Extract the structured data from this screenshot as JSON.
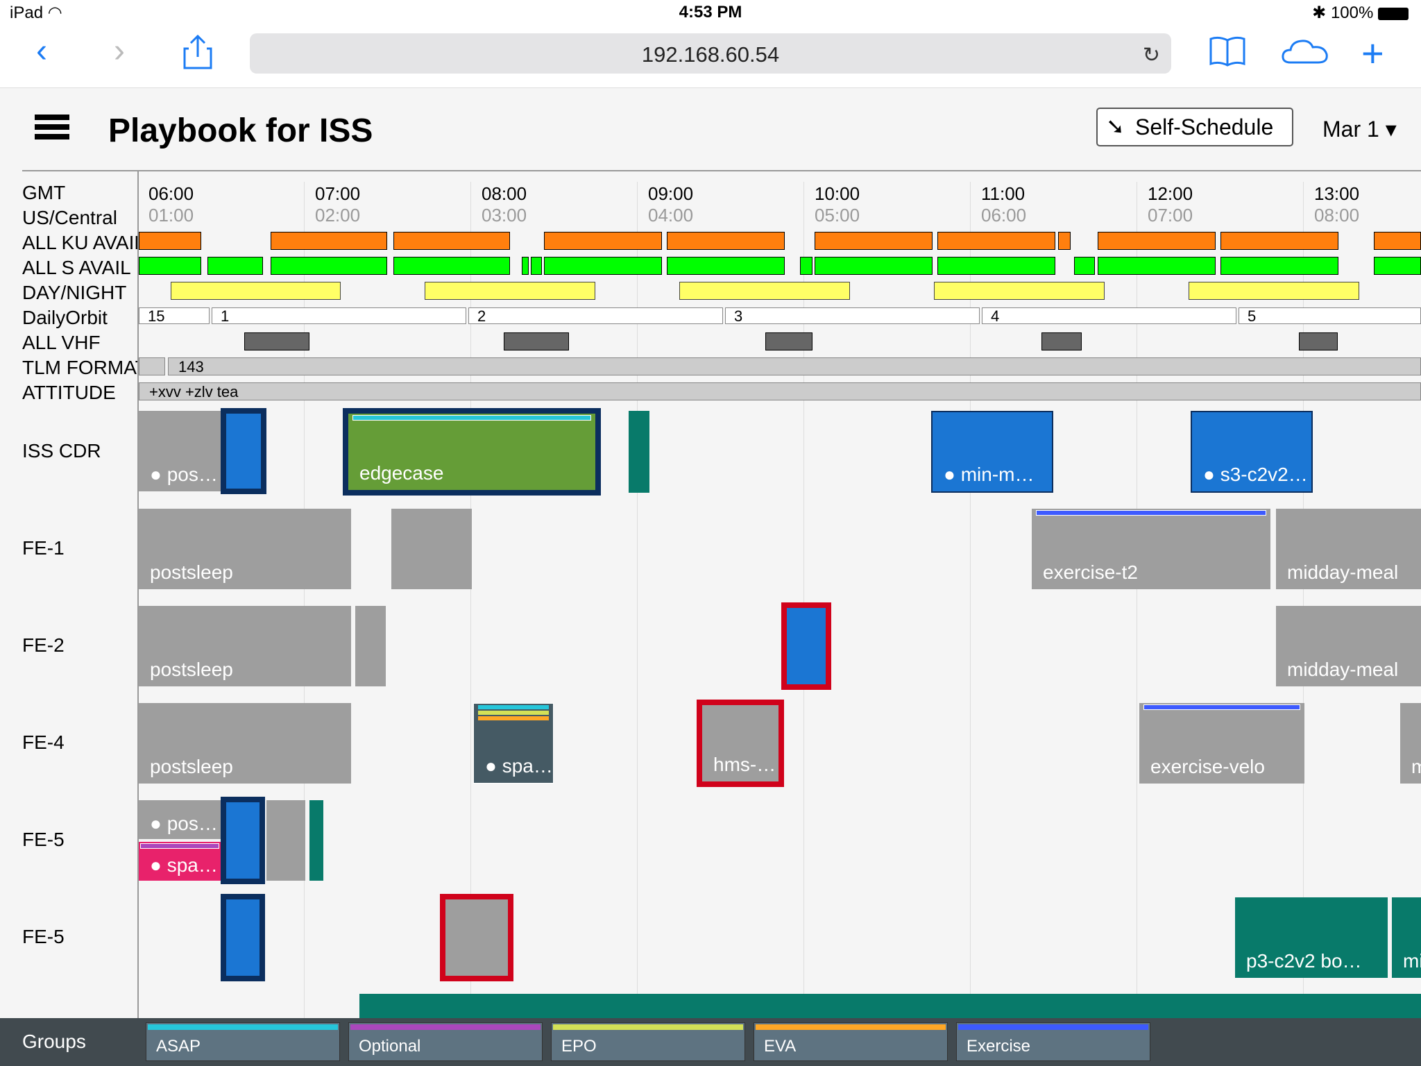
{
  "status_bar": {
    "device": "iPad",
    "time": "4:53 PM",
    "battery": "100%"
  },
  "browser": {
    "url": "192.168.60.54"
  },
  "header": {
    "title": "Playbook for ISS",
    "self_schedule_label": "Self-Schedule",
    "date": "Mar 1"
  },
  "time_axis": {
    "primary_label": "GMT",
    "secondary_label": "US/Central",
    "gmt": [
      "06:00",
      "07:00",
      "08:00",
      "09:00",
      "10:00",
      "11:00",
      "12:00",
      "13:00"
    ],
    "central": [
      "01:00",
      "02:00",
      "03:00",
      "04:00",
      "05:00",
      "06:00",
      "07:00",
      "08:00"
    ]
  },
  "bands": {
    "ku": "ALL KU AVAIL",
    "s": "ALL S AVAIL",
    "daynight": "DAY/NIGHT",
    "orbit": "DailyOrbit",
    "vhf": "ALL VHF",
    "tlm": "TLM FORMAT",
    "attitude": "ATTITUDE"
  },
  "orbit_numbers": [
    "15",
    "1",
    "2",
    "3",
    "4",
    "5"
  ],
  "tlm_value": "143",
  "attitude_value": "+xvv +zlv tea",
  "crew_rows": [
    "ISS CDR",
    "FE-1",
    "FE-2",
    "FE-4",
    "FE-5",
    "FE-5"
  ],
  "activities": {
    "cdr_pos": "pos…",
    "cdr_edgecase": "edgecase",
    "cdr_minm": "min-m…",
    "cdr_s3": "s3-c2v2…",
    "fe1_postsleep": "postsleep",
    "fe1_exercise": "exercise-t2",
    "fe1_midday": "midday-meal",
    "fe2_postsleep": "postsleep",
    "fe2_midday": "midday-meal",
    "fe4_postsleep": "postsleep",
    "fe4_spa": "spa…",
    "fe4_hms": "hms-…",
    "fe4_velo": "exercise-velo",
    "fe4_m": "m",
    "fe5_pos": "pos…",
    "fe5_spa": "spa…",
    "fe5b_p3": "p3-c2v2 bo…",
    "fe5b_mi": "mi"
  },
  "groups": {
    "label": "Groups",
    "items": [
      {
        "name": "ASAP",
        "color": "#26c6da"
      },
      {
        "name": "Optional",
        "color": "#ab47bc"
      },
      {
        "name": "EPO",
        "color": "#d4e157"
      },
      {
        "name": "EVA",
        "color": "#ffa726"
      },
      {
        "name": "Exercise",
        "color": "#3d5afe"
      }
    ]
  }
}
